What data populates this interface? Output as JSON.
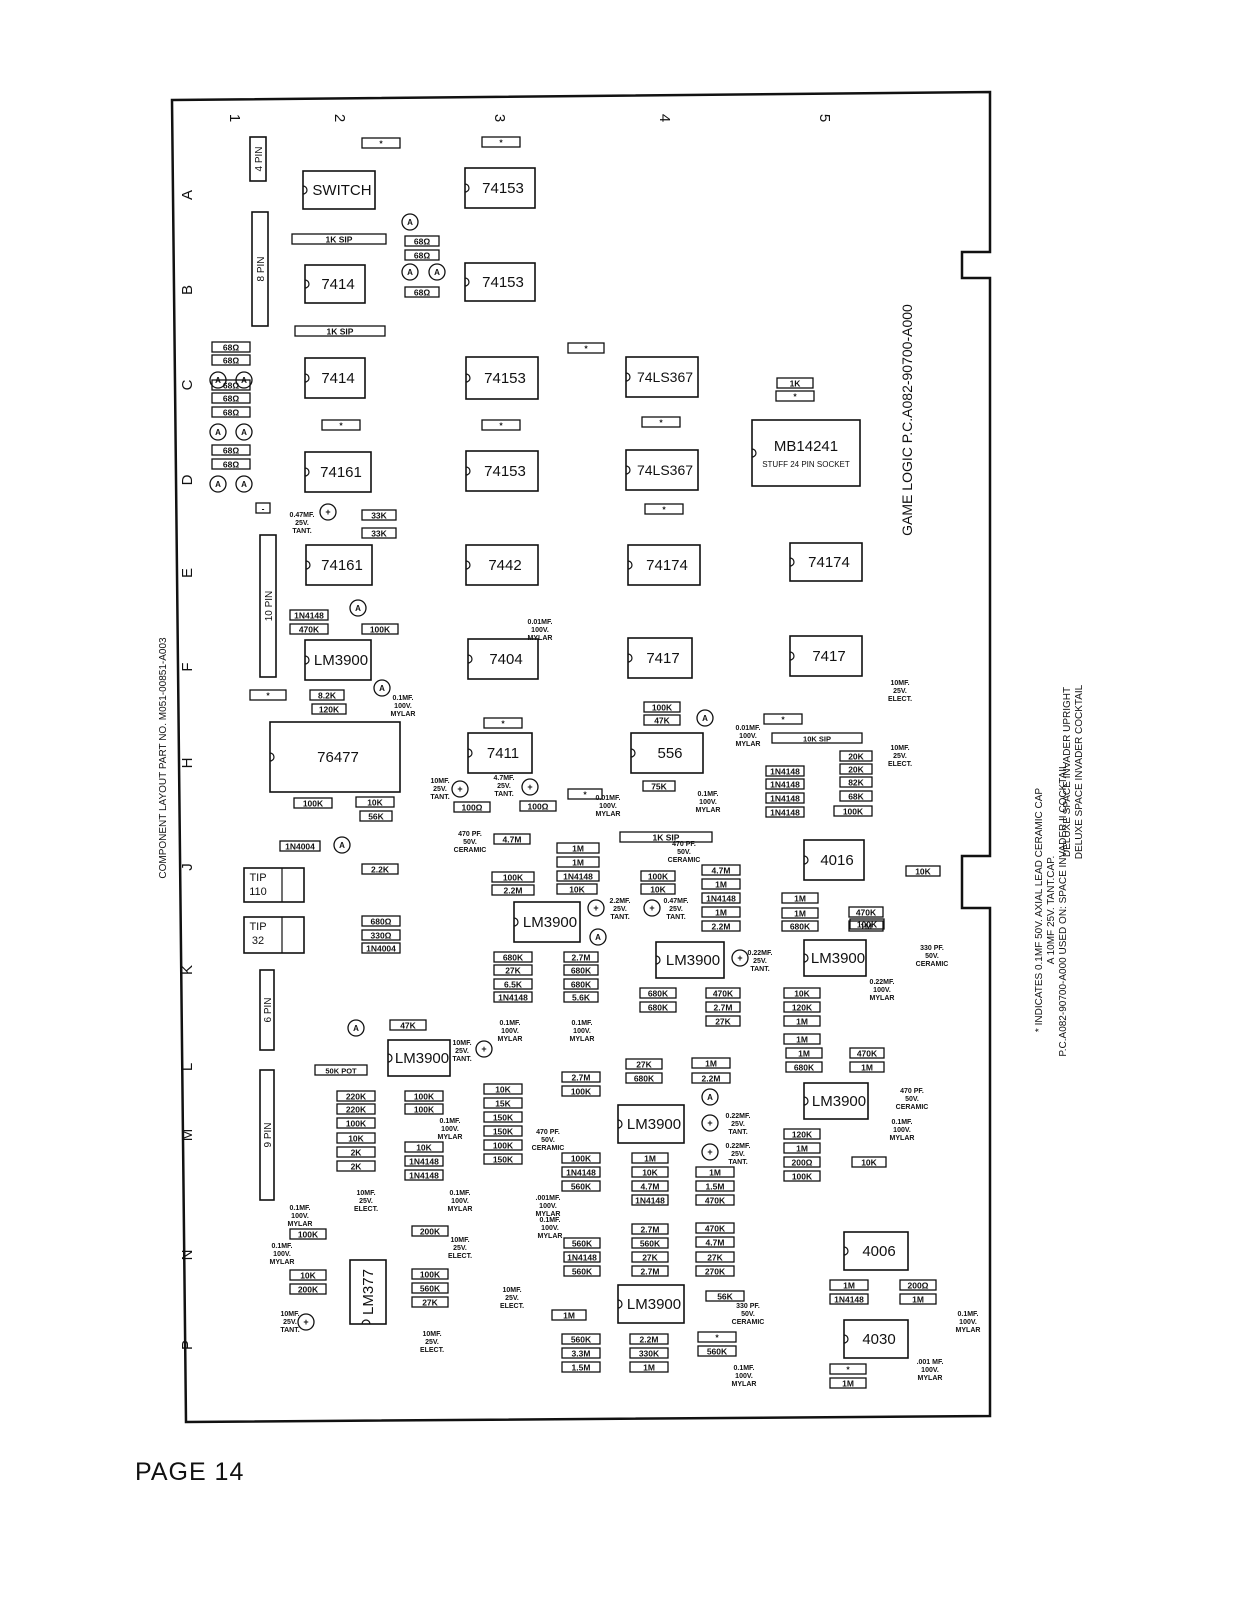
{
  "page": {
    "number_label": "PAGE 14"
  },
  "board": {
    "title": "GAME LOGIC  P.C.A082-90700-A000",
    "layout_label": "COMPONENT LAYOUT PART NO. M051-00851-A003",
    "notes": [
      "* INDICATES 0.1MF 50V. AXIAL LEAD CERAMIC CAP",
      "A  10MF 25V. TANT.CAP.",
      "P.C.A082-90700-A000 USED ON: SPACE INVADER II COCKTAIL",
      "DELUXE SPACE INVADER UPRIGHT",
      "DELUXE SPACE INVADER COCKTAIL"
    ],
    "columns": [
      "1",
      "2",
      "3",
      "4",
      "5"
    ],
    "rows": [
      "A",
      "B",
      "C",
      "D",
      "E",
      "F",
      "H",
      "J",
      "K",
      "L",
      "M",
      "N",
      "P"
    ]
  },
  "connectors": [
    {
      "label": "4 PIN"
    },
    {
      "label": "8 PIN"
    },
    {
      "label": "10 PIN"
    },
    {
      "label": "6 PIN"
    },
    {
      "label": "9 PIN"
    }
  ],
  "chips": [
    {
      "label": "SWITCH"
    },
    {
      "label": "74153"
    },
    {
      "label": "7414"
    },
    {
      "label": "74153"
    },
    {
      "label": "7414"
    },
    {
      "label": "74153"
    },
    {
      "label": "74LS367"
    },
    {
      "label": "74161"
    },
    {
      "label": "74153"
    },
    {
      "label": "74LS367"
    },
    {
      "label": "MB14241"
    },
    {
      "label": "74161"
    },
    {
      "label": "7442"
    },
    {
      "label": "74174"
    },
    {
      "label": "74174"
    },
    {
      "label": "LM3900"
    },
    {
      "label": "7404"
    },
    {
      "label": "7417"
    },
    {
      "label": "7417"
    },
    {
      "label": "76477"
    },
    {
      "label": "7411"
    },
    {
      "label": "556"
    },
    {
      "label": "4016"
    },
    {
      "label": "LM3900"
    },
    {
      "label": "LM3900"
    },
    {
      "label": "LM3900"
    },
    {
      "label": "LM3900"
    },
    {
      "label": "LM3900"
    },
    {
      "label": "LM3900"
    },
    {
      "label": "4006"
    },
    {
      "label": "LM377"
    },
    {
      "label": "LM3900"
    },
    {
      "label": "4030"
    }
  ],
  "chip_note": "STUFF 24 PIN SOCKET",
  "transistors": [
    {
      "line1": "TIP",
      "line2": "110"
    },
    {
      "line1": "TIP",
      "line2": "32"
    }
  ],
  "parts": [
    "*",
    "*",
    "1K SIP",
    "68Ω",
    "68Ω",
    "68Ω",
    "1K SIP",
    "68Ω",
    "68Ω",
    "*",
    "68Ω",
    "68Ω",
    "*",
    "*",
    "*",
    "68Ω",
    "68Ω",
    "*",
    "1K",
    "68Ω",
    "*",
    "-",
    "33K",
    "33K",
    "1N4148",
    "470K",
    "100K",
    "*",
    "8.2K",
    "120K",
    "100K",
    "*",
    "*",
    "10K SIP",
    "47K",
    "20K",
    "20K",
    "1N4148",
    "1N4148",
    "82K",
    "68K",
    "1N4148",
    "1N4148",
    "100K",
    "100K",
    "10K",
    "56K",
    "100Ω",
    "100Ω",
    "*",
    "75K",
    "1K SIP",
    "1N4004",
    "4.7M",
    "1M",
    "1M",
    "1N4148",
    "100K",
    "10K",
    "2.2K",
    "100K",
    "2.2M",
    "10K",
    "4.7M",
    "1M",
    "1N4148",
    "1M",
    "2.2M",
    "1M",
    "1M",
    "680K",
    "470K",
    "1M",
    "680Ω",
    "330Ω",
    "1N4004",
    "680K",
    "2.7M",
    "27K",
    "6.5K",
    "1N4148",
    "680K",
    "680K",
    "5.6K",
    "680K",
    "680K",
    "470K",
    "2.7M",
    "27K",
    "10K",
    "120K",
    "1M",
    "1M",
    "1M",
    "680K",
    "470K",
    "1M",
    "47K",
    "50K POT",
    "220K",
    "220K",
    "100K",
    "10K",
    "2K",
    "2K",
    "100K",
    "100K",
    "10K",
    "1N4148",
    "1N4148",
    "10K",
    "15K",
    "150K",
    "150K",
    "100K",
    "150K",
    "2.7M",
    "100K",
    "100K",
    "1N4148",
    "560K",
    "27K",
    "680K",
    "1M",
    "2.2M",
    "1M",
    "10K",
    "4.7M",
    "1N4148",
    "1M",
    "1.5M",
    "470K",
    "120K",
    "1M",
    "200Ω",
    "100K",
    "10K",
    "200K",
    "100K",
    "10K",
    "200K",
    "100K",
    "560K",
    "27K",
    "2.7M",
    "560K",
    "27K",
    "2.7M",
    "560K",
    "1N4148",
    "560K",
    "470K",
    "4.7M",
    "27K",
    "270K",
    "1M",
    "1N4148",
    "200Ω",
    "1M",
    "1M",
    "560K",
    "3.3M",
    "1.5M",
    "2.2M",
    "330K",
    "1M",
    "*",
    "560K",
    "56K",
    "*",
    "1M",
    "10K",
    "100K"
  ],
  "cap_labels": [
    "0.47MF. 25V. TANT.",
    "0.01MF. 100V. MYLAR",
    "0.1MF. 100V. MYLAR",
    "10MF. 25V. ELECT.",
    "10MF. 25V. ELECT.",
    "0.01MF. 100V. MYLAR",
    "10MF. 25V. TANT.",
    "4.7MF. 25V. TANT.",
    "0.01MF. 100V. MYLAR",
    "0.1MF. 100V. MYLAR",
    "470 PF. 50V. CERAMIC",
    "470 PF. 50V. CERAMIC",
    "2.2MF. 25V. TANT.",
    "0.47MF. 25V. TANT.",
    "0.22MF. 25V. TANT.",
    "330 PF. 50V. CERAMIC",
    "0.22MF. 100V. MYLAR",
    "0.1MF. 100V. MYLAR",
    "0.1MF. 100V. MYLAR",
    "10MF. 25V. TANT.",
    "470 PF. 50V. CERAMIC",
    "0.1MF. 100V. MYLAR",
    "470 PF. 50V. CERAMIC",
    "0.22MF. 25V. TANT.",
    "0.22MF. 25V. TANT.",
    "0.1MF. 100V. MYLAR",
    "10MF. 25V. ELECT.",
    "0.1MF. 100V. MYLAR",
    "0.1MF. 100V. MYLAR",
    ".001MF. 100V. MYLAR",
    "0.1MF. 100V. MYLAR",
    "10MF. 25V. ELECT.",
    "0.1MF. 100V. MYLAR",
    "10MF. 25V. TANT.",
    "10MF. 25V. ELECT.",
    "10MF. 25V. ELECT.",
    "330 PF. 50V. CERAMIC",
    "0.1MF. 100V. MYLAR",
    "0.1MF. 100V. MYLAR",
    ".001 MF. 100V. MYLAR"
  ],
  "tant_symbol": "A"
}
